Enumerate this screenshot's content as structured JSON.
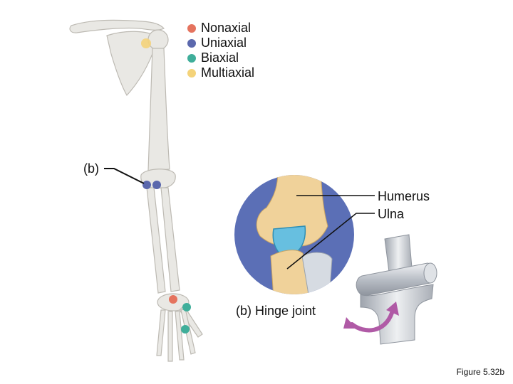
{
  "legend": [
    {
      "label": "Nonaxial",
      "color": "#e5735e"
    },
    {
      "label": "Uniaxial",
      "color": "#5b68ad"
    },
    {
      "label": "Biaxial",
      "color": "#3fae9a"
    },
    {
      "label": "Multiaxial",
      "color": "#f4d37a"
    }
  ],
  "labels": {
    "b_marker": "(b)",
    "humerus": "Humerus",
    "ulna": "Ulna",
    "caption": "(b) Hinge joint",
    "figure": "Figure 5.32b"
  },
  "colors": {
    "bone": "#e9e8e4",
    "bone_outline": "#bdbab3",
    "disc": "#5b6fb6",
    "humerus_bone": "#f0d29a",
    "cartilage": "#67bfe0",
    "model_metal": "#c8ccd2",
    "arrow": "#b05aa6"
  },
  "icons": [
    "arm-skeleton",
    "hinge-joint-closeup",
    "hinge-model",
    "motion-arrow"
  ]
}
